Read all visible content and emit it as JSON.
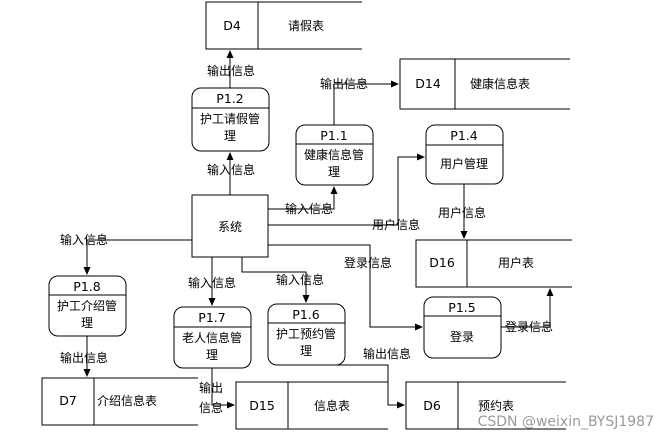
{
  "processes": {
    "p1_2": {
      "id": "P1.2",
      "name": "护工请假管\n理"
    },
    "p1_1": {
      "id": "P1.1",
      "name": "健康信息管\n理"
    },
    "p1_4": {
      "id": "P1.4",
      "name": "用户管理"
    },
    "p1_8": {
      "id": "P1.8",
      "name": "护工介绍管\n理"
    },
    "p1_7": {
      "id": "P1.7",
      "name": "老人信息管\n理"
    },
    "p1_6": {
      "id": "P1.6",
      "name": "护工预约管\n理"
    },
    "p1_5": {
      "id": "P1.5",
      "name": "登录"
    }
  },
  "entity": {
    "system": "系统"
  },
  "stores": {
    "d4": {
      "id": "D4",
      "name": "请假表"
    },
    "d14": {
      "id": "D14",
      "name": "健康信息表"
    },
    "d16": {
      "id": "D16",
      "name": "用户表"
    },
    "d7": {
      "id": "D7",
      "name": "介绍信息表"
    },
    "d15": {
      "id": "D15",
      "name": "信息表"
    },
    "d6": {
      "id": "D6",
      "name": "预约表"
    }
  },
  "flows": {
    "out_p12_d4": "输出信息",
    "out_p11_d14": "输出信息",
    "in_sys_p12": "输入信息",
    "in_sys_p11": "输入信息",
    "user_sys_p14": "用户信息",
    "user_p14_d16": "用户信息",
    "in_sys_p18": "输入信息",
    "in_sys_p17": "输入信息",
    "in_sys_p16": "输入信息",
    "login_sys_p15": "登录信息",
    "login_p15_d16": "登录信息",
    "out_p18_d7": "输出信息",
    "out_p17_d15_a": "输出",
    "out_p17_d15_b": "信息",
    "out_p16_d6": "输出信息"
  },
  "watermark": "CSDN @weixin_BYSJ1987"
}
